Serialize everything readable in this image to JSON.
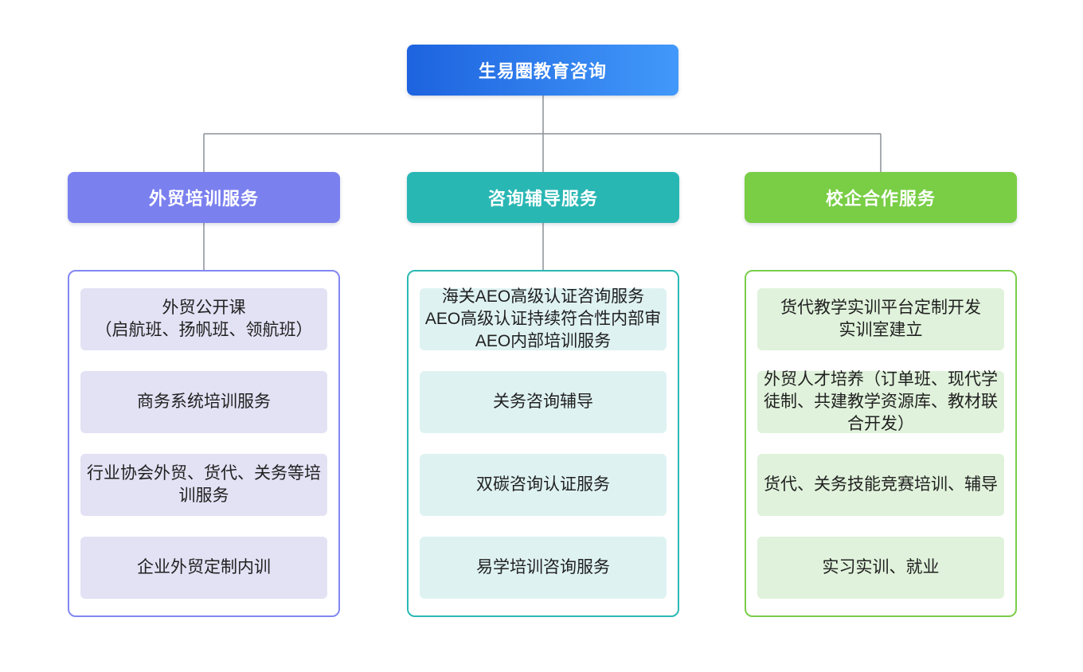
{
  "page": {
    "background": "#FFFFFF"
  },
  "connector": {
    "color": "#8C9196"
  },
  "root": {
    "label": "生易圈教育咨询",
    "gradient_from": "#1D63DF",
    "gradient_to": "#4299FA",
    "text_color": "#FFFFFF"
  },
  "branches": [
    {
      "label": "外贸培训服务",
      "header_color": "#7B80EF",
      "border_color": "#8287F2",
      "item_bg": "#E3E1F4",
      "items": [
        "外贸公开课\n（启航班、扬帆班、领航班）",
        "商务系统培训服务",
        "行业协会外贸、货代、关务等培训服务",
        "企业外贸定制内训"
      ]
    },
    {
      "label": "咨询辅导服务",
      "header_color": "#29B7B4",
      "border_color": "#2BB8B4",
      "item_bg": "#DFF2F2",
      "items": [
        "海关AEO高级认证咨询服务\nAEO高级认证持续符合性内部审\nAEO内部培训服务",
        "关务咨询辅导",
        "双碳咨询认证服务",
        "易学培训咨询服务"
      ]
    },
    {
      "label": "校企合作服务",
      "header_color": "#79CE45",
      "border_color": "#7ACD4B",
      "item_bg": "#E0F2DB",
      "items": [
        "货代教学实训平台定制开发\n实训室建立",
        "外贸人才培养（订单班、现代学徒制、共建教学资源库、教材联合开发）",
        "货代、关务技能竞赛培训、辅导",
        "实习实训、就业"
      ]
    }
  ]
}
